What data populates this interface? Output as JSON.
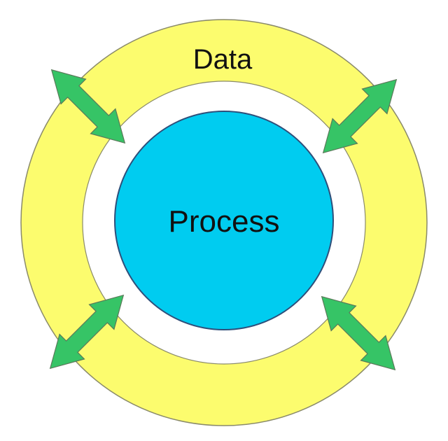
{
  "diagram": {
    "outer_label": "Data",
    "inner_label": "Process"
  },
  "colors": {
    "ring_fill": "#fcfc6e",
    "ring_stroke": "#8a8a6a",
    "core_fill": "#00ccf0",
    "core_stroke": "#2e4f7a",
    "arrow_fill": "#36c466",
    "arrow_stroke": "#5a7a5a",
    "gap_fill": "#ffffff"
  },
  "arrows": [
    {
      "name": "arrow-top-left",
      "position": "top-left"
    },
    {
      "name": "arrow-top-right",
      "position": "top-right"
    },
    {
      "name": "arrow-bottom-left",
      "position": "bottom-left"
    },
    {
      "name": "arrow-bottom-right",
      "position": "bottom-right"
    }
  ]
}
